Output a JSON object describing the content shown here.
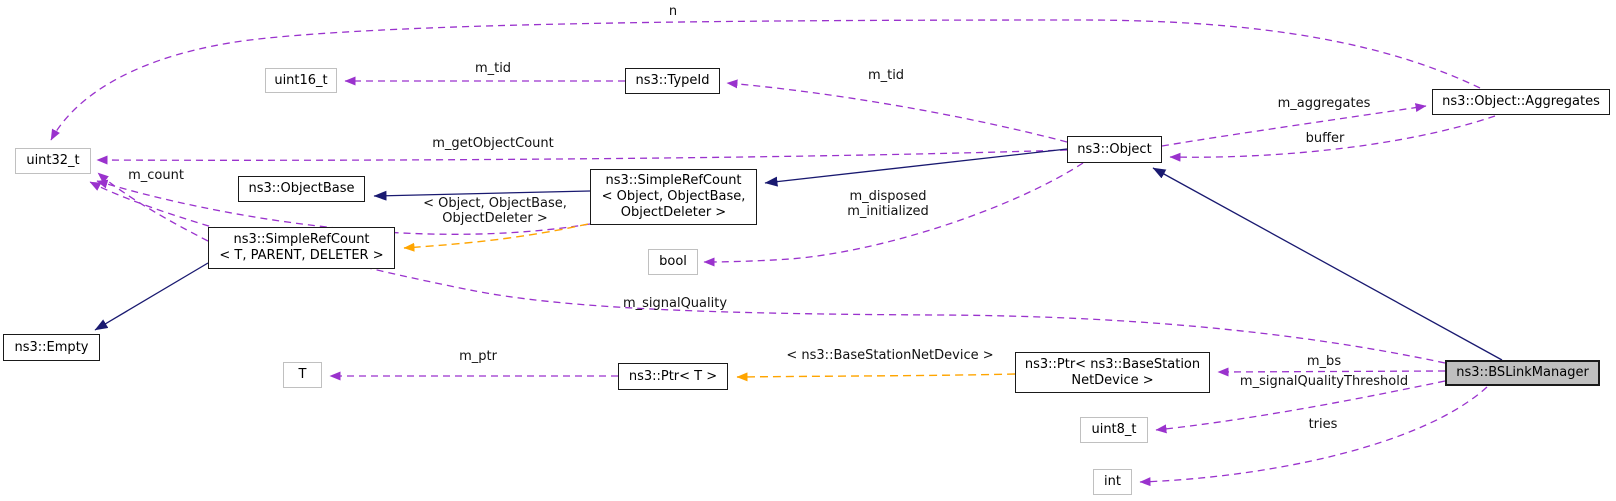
{
  "diagram": {
    "kind": "collaboration-graph",
    "target_class": "ns3::BSLinkManager",
    "colors": {
      "usage_edge": "#9a32cd",
      "inheritance_edge": "#191970",
      "template_edge": "#ffa500",
      "class_border": "#1a1a1a",
      "primitive_border": "#c0c0c0",
      "target_fill": "#bfbfbf",
      "node_fill": "#ffffff",
      "text": "#000000"
    },
    "nodes": [
      {
        "id": "uint16_t",
        "kind": "primitive",
        "lines": [
          "uint16_t"
        ]
      },
      {
        "id": "ns3-typeid",
        "kind": "class",
        "lines": [
          "ns3::TypeId"
        ]
      },
      {
        "id": "uint32_t",
        "kind": "primitive",
        "lines": [
          "uint32_t"
        ]
      },
      {
        "id": "ns3-objectbase",
        "kind": "class",
        "lines": [
          "ns3::ObjectBase"
        ]
      },
      {
        "id": "ns3-simplerefcount-object",
        "kind": "class",
        "lines": [
          "ns3::SimpleRefCount",
          "< Object, ObjectBase,",
          "ObjectDeleter >"
        ]
      },
      {
        "id": "ns3-object",
        "kind": "class",
        "lines": [
          "ns3::Object"
        ]
      },
      {
        "id": "ns3-object-aggregates",
        "kind": "class",
        "lines": [
          "ns3::Object::Aggregates"
        ]
      },
      {
        "id": "ns3-simplerefcount-t",
        "kind": "class",
        "lines": [
          "ns3::SimpleRefCount",
          "< T, PARENT, DELETER >"
        ]
      },
      {
        "id": "bool",
        "kind": "primitive",
        "lines": [
          "bool"
        ]
      },
      {
        "id": "ns3-empty",
        "kind": "class",
        "lines": [
          "ns3::Empty"
        ]
      },
      {
        "id": "t",
        "kind": "primitive",
        "lines": [
          "T"
        ]
      },
      {
        "id": "ns3-ptr-t",
        "kind": "class",
        "lines": [
          "ns3::Ptr< T >"
        ]
      },
      {
        "id": "ns3-ptr-basestation",
        "kind": "class",
        "lines": [
          "ns3::Ptr< ns3::BaseStation",
          "NetDevice >"
        ]
      },
      {
        "id": "ns3-bslinkmanager",
        "kind": "target",
        "lines": [
          "ns3::BSLinkManager"
        ]
      },
      {
        "id": "uint8_t",
        "kind": "primitive",
        "lines": [
          "uint8_t"
        ]
      },
      {
        "id": "int",
        "kind": "primitive",
        "lines": [
          "int"
        ]
      }
    ],
    "edge_labels": [
      {
        "id": "n",
        "text": "n"
      },
      {
        "id": "m_tid_left",
        "text": "m_tid"
      },
      {
        "id": "m_tid_right",
        "text": "m_tid"
      },
      {
        "id": "m_aggregates",
        "text": "m_aggregates"
      },
      {
        "id": "buffer",
        "text": "buffer"
      },
      {
        "id": "m_getObjectCount",
        "text": "m_getObjectCount"
      },
      {
        "id": "m_count",
        "text": "m_count"
      },
      {
        "id": "template_args_object",
        "lines": [
          "< Object, ObjectBase,",
          "ObjectDeleter >"
        ]
      },
      {
        "id": "m_disposed_m_initialized",
        "lines": [
          "m_disposed",
          "m_initialized"
        ]
      },
      {
        "id": "m_signalQuality",
        "text": "m_signalQuality"
      },
      {
        "id": "m_ptr",
        "text": "m_ptr"
      },
      {
        "id": "template_args_bs",
        "text": "< ns3::BaseStationNetDevice >"
      },
      {
        "id": "m_bs",
        "text": "m_bs"
      },
      {
        "id": "m_signalQualityThreshold",
        "text": "m_signalQualityThreshold"
      },
      {
        "id": "tries",
        "text": "tries"
      }
    ]
  }
}
